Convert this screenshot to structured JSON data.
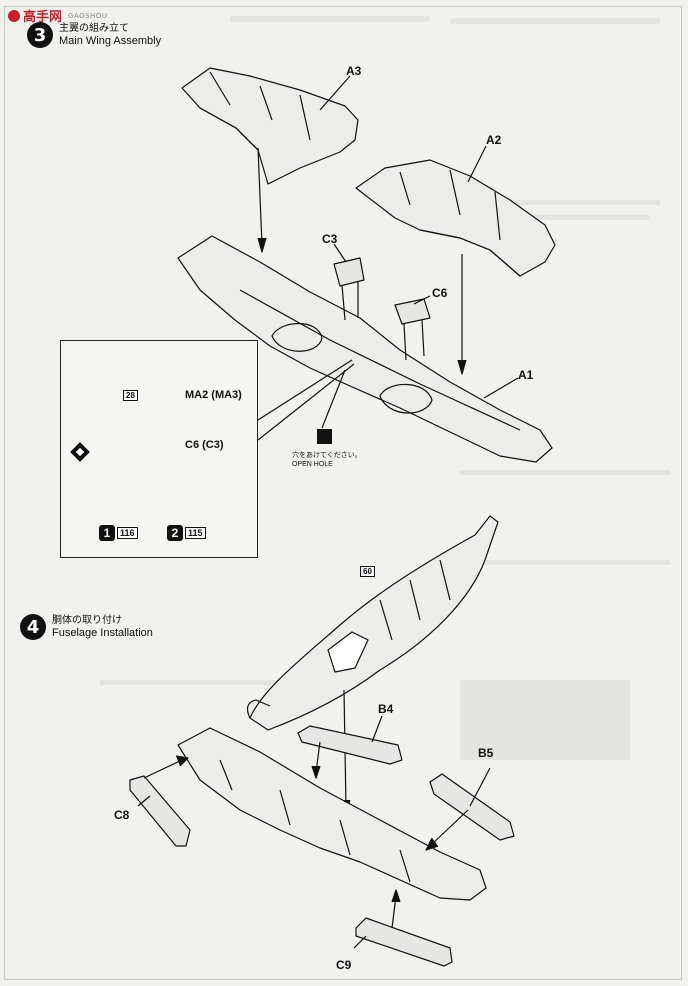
{
  "logo": {
    "text": "高手网",
    "sub": "GAOSHOU"
  },
  "steps": [
    {
      "number": "3",
      "title_jp": "主翼の組み立て",
      "title_en": "Main Wing Assembly"
    },
    {
      "number": "4",
      "title_jp": "胴体の取り付け",
      "title_en": "Fuselage Installation"
    }
  ],
  "parts": {
    "a3": "A3",
    "a2": "A2",
    "a1": "A1",
    "c3": "C3",
    "c6": "C6",
    "b4": "B4",
    "b5": "B5",
    "c8": "C8",
    "c9": "C9"
  },
  "inset": {
    "decal_number": "28",
    "label_ma": "MA2 (MA3)",
    "label_c6c3": "C6 (C3)",
    "paint_1": {
      "number": "1",
      "code": "116"
    },
    "paint_2": {
      "number": "2",
      "code": "115"
    }
  },
  "drill": {
    "jp": "穴をあけてください。",
    "en": "OPEN HOLE"
  },
  "fuselage_decal": "60",
  "colors": {
    "ink": "#111111",
    "paper": "#f1f1ee",
    "logo_red": "#c8202a"
  }
}
